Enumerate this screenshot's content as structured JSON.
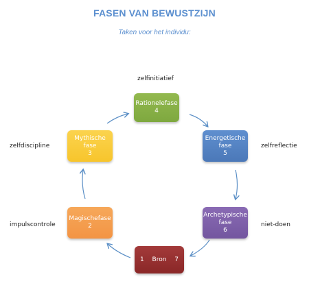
{
  "title": "FASEN VAN BEWUSTZIJN",
  "subtitle": "Taken voor  het individu:",
  "labels": {
    "top": "zelfinitiatief",
    "right_upper": "zelfreflectie",
    "right_lower": "niet-doen",
    "left_upper": "zelfdiscipline",
    "left_lower": "impulscontrole"
  },
  "nodes": {
    "rationele": {
      "line1": "Rationelefase",
      "line2": "4",
      "color": "#86ae45"
    },
    "energetische": {
      "line1": "Energetische",
      "line2": "fase",
      "line3": "5",
      "color": "#547fc1"
    },
    "archetypische": {
      "line1": "Archetypische",
      "line2": "fase",
      "line3": "6",
      "color": "#7d5fa9"
    },
    "bron": {
      "left": "1",
      "center": "Bron",
      "right": "7",
      "color": "#952f2f"
    },
    "magische": {
      "line1": "Magischefase",
      "line2": "2",
      "color": "#f49c4c"
    },
    "mythische": {
      "line1": "Mythische",
      "line2": "fase",
      "line3": "3",
      "color": "#f9cb3a"
    }
  }
}
